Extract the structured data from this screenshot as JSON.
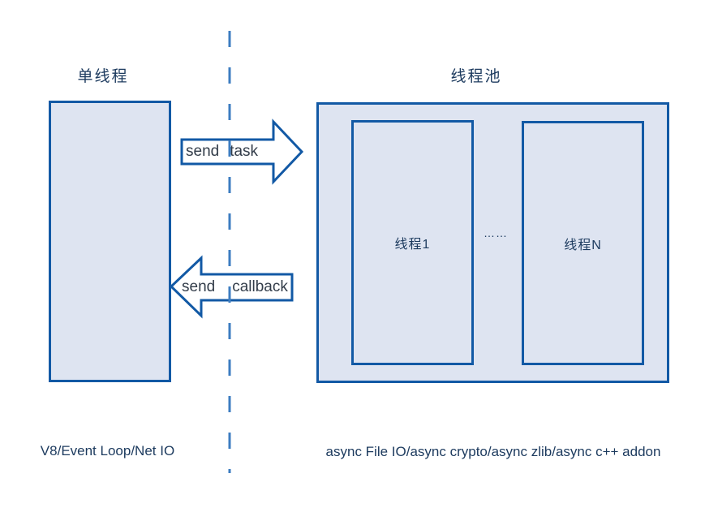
{
  "left_panel": {
    "title": "单线程",
    "caption": "V8/Event Loop/Net IO"
  },
  "right_panel": {
    "title": "线程池",
    "caption": "async File IO/async crypto/async zlib/async c++ addon",
    "thread_first": "线程1",
    "thread_last": "线程N",
    "ellipsis": "……"
  },
  "arrows": {
    "task": {
      "verb": "send",
      "object": "task"
    },
    "callback": {
      "verb": "send",
      "object": "callback"
    }
  },
  "colors": {
    "background": "#ffffff",
    "box_fill": "#dee4f1",
    "box_border": "#1259a5",
    "dashed_line": "#3d7dc1",
    "label_text": "#1c3a5e",
    "arrow_text": "#333d4a",
    "arrow_fill": "#ffffff"
  }
}
